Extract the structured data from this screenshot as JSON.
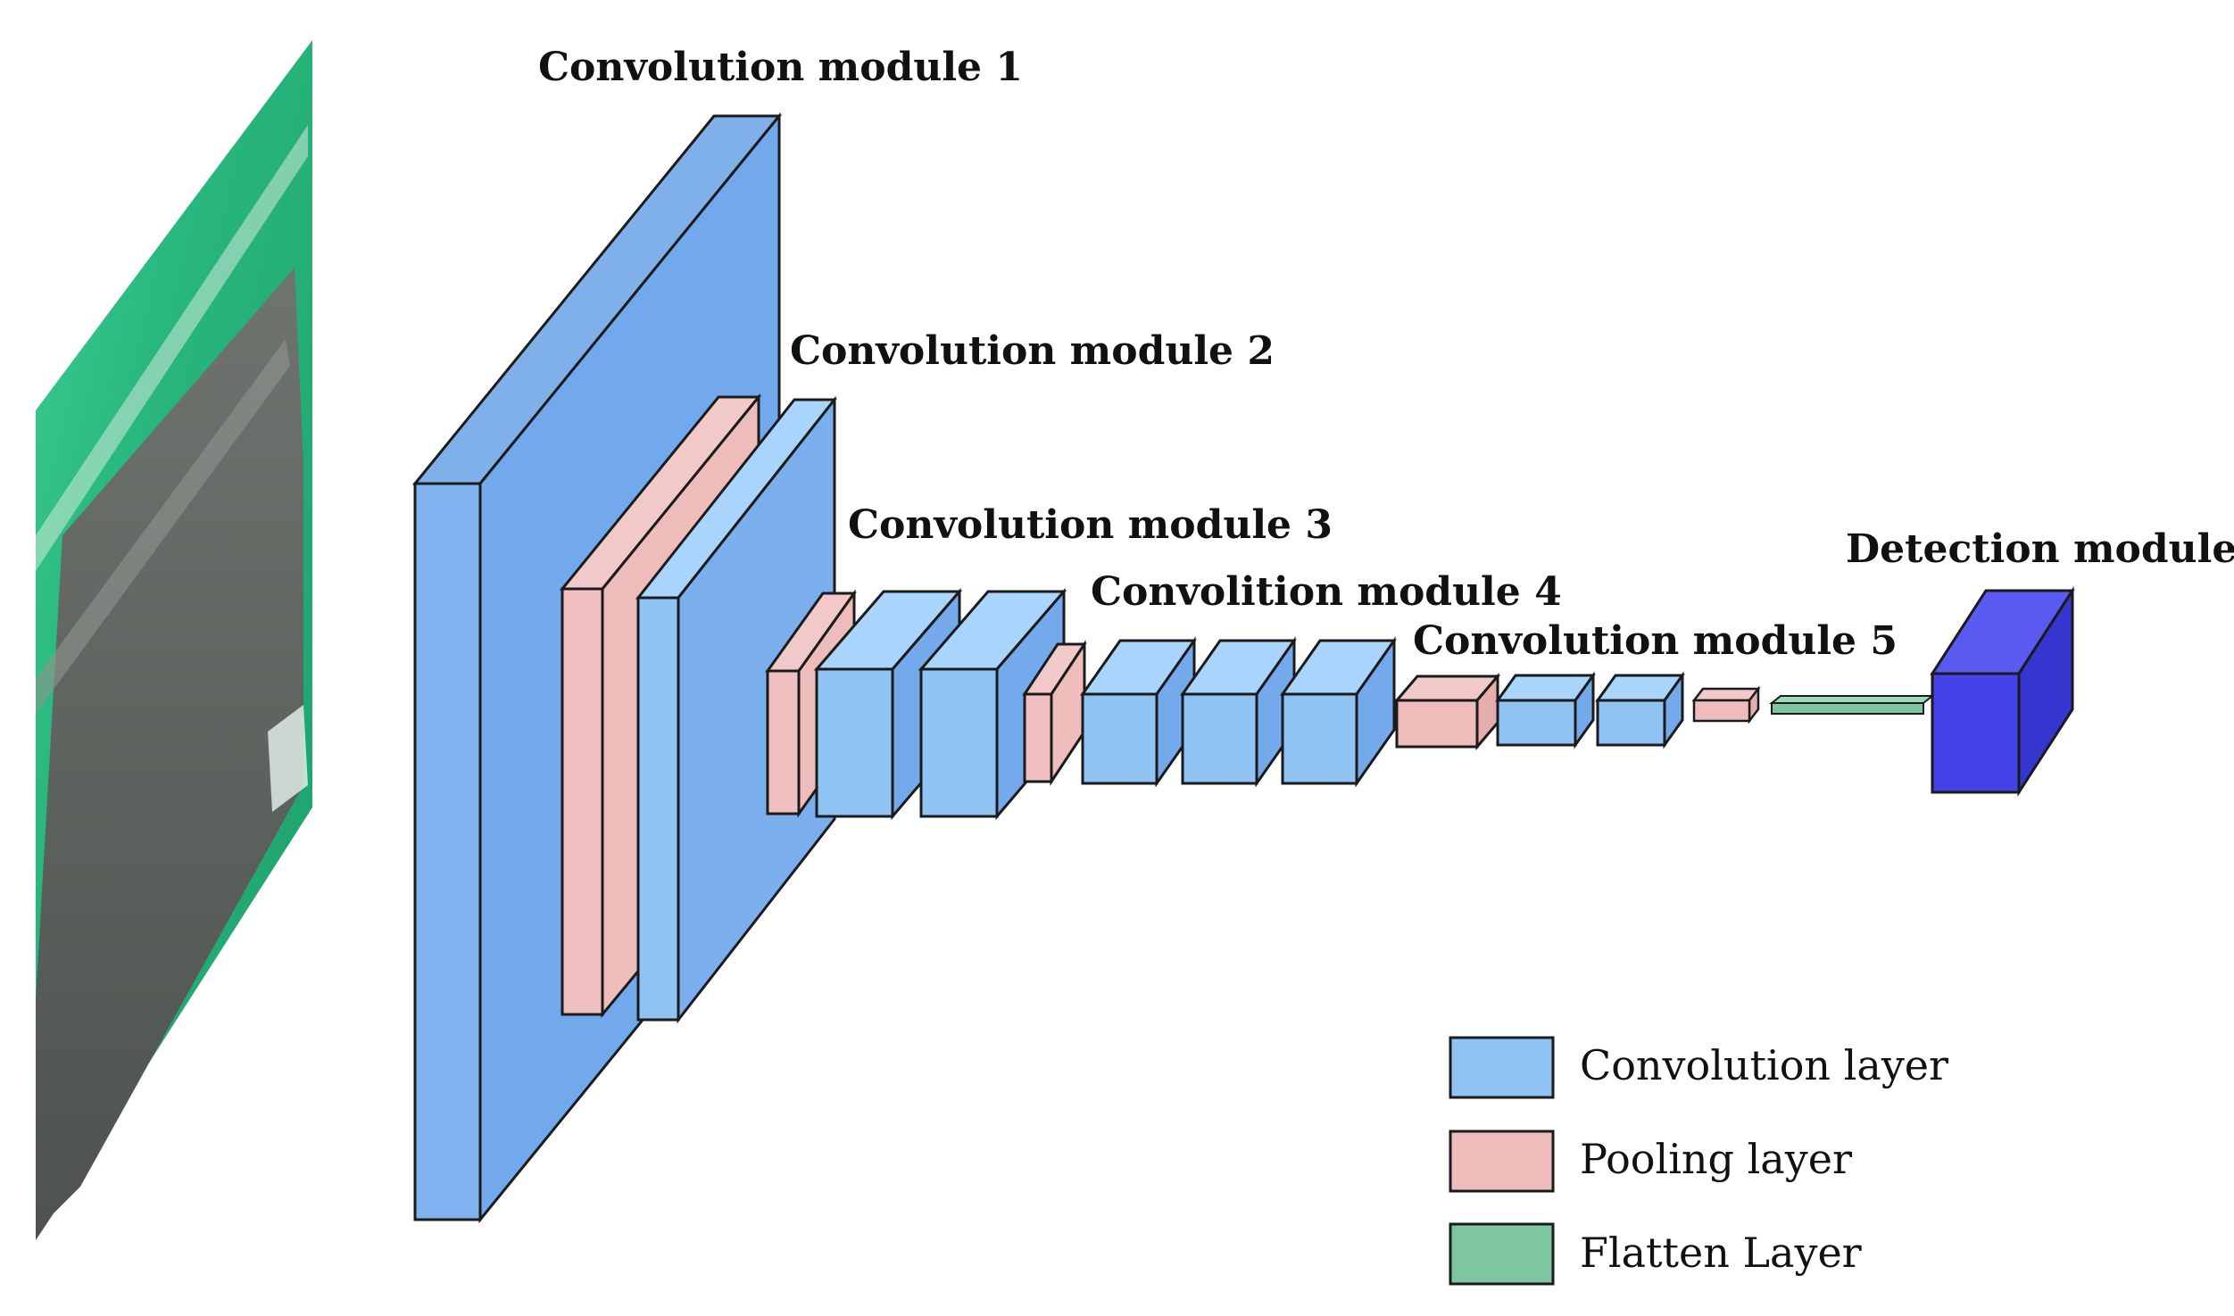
{
  "module_labels": {
    "m1": "Convolution module 1",
    "m2": "Convolution module 2",
    "m3": "Convolution module 3",
    "m4": "Convolition module 4",
    "m5": "Convolution module 5",
    "detect": "Detection module"
  },
  "legend": {
    "conv": "Convolution layer",
    "pool": "Pooling layer",
    "flat": "Flatten Layer"
  },
  "colors": {
    "conv": "#8ec3f3",
    "conv_dark": "#6fa3e4",
    "pool": "#efbcbc",
    "flatten": "#7dc6a0",
    "detection": "#4343e8",
    "edge": "#1b1b1b"
  },
  "icons": {
    "input_image": "green-circuit-board-photo"
  }
}
